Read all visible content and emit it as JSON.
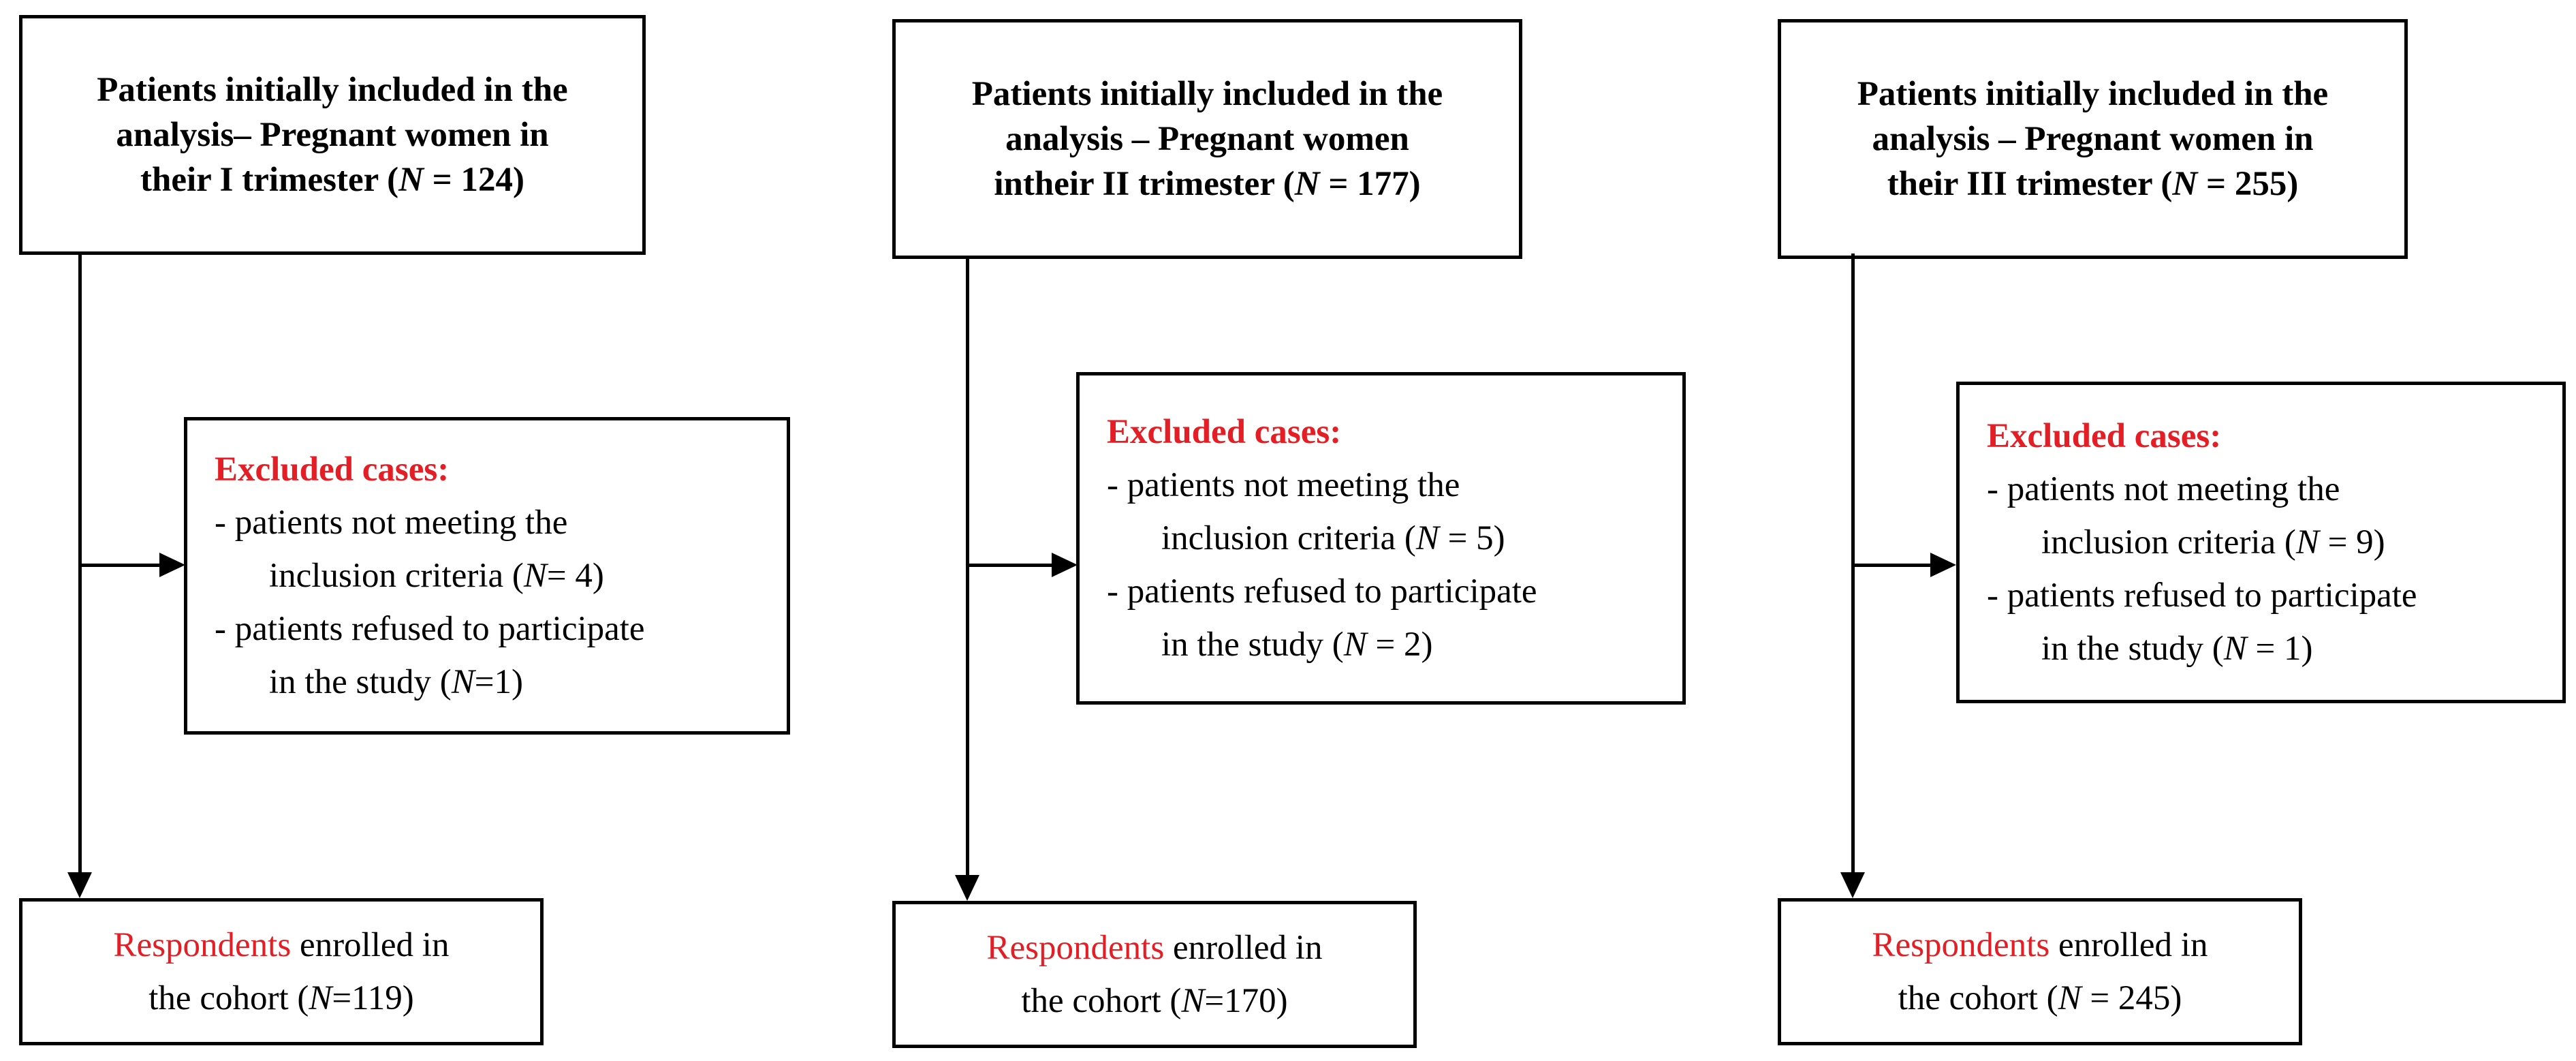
{
  "columns": [
    {
      "top": {
        "line1": "Patients initially included in the",
        "line2": "analysis– Pregnant women in",
        "line3_pre": "their I trimester (",
        "n_symbol": "N",
        "line3_post": " = 124)"
      },
      "excluded": {
        "header": "Excluded cases:",
        "item1_line1": "- patients not meeting the",
        "item1_line2_pre": "inclusion criteria (",
        "item1_n": "N",
        "item1_line2_post": "= 4)",
        "item2_line1": "- patients refused to participate",
        "item2_line2_pre": "in the study (",
        "item2_n": "N",
        "item2_line2_post": "=1)"
      },
      "result": {
        "red_word": "Respondents",
        "rest_line1": " enrolled in",
        "line2_pre": "the cohort (",
        "n_symbol": "N",
        "line2_post": "=119)"
      }
    },
    {
      "top": {
        "line1": "Patients initially included in the",
        "line2": "analysis – Pregnant women",
        "line3_pre": "intheir II trimester (",
        "n_symbol": "N",
        "line3_post": " = 177)"
      },
      "excluded": {
        "header": "Excluded cases:",
        "item1_line1": "- patients not meeting the",
        "item1_line2_pre": "inclusion criteria (",
        "item1_n": "N",
        "item1_line2_post": " = 5)",
        "item2_line1": "- patients refused to participate",
        "item2_line2_pre": "in the study (",
        "item2_n": "N",
        "item2_line2_post": " = 2)"
      },
      "result": {
        "red_word": "Respondents",
        "rest_line1": " enrolled in",
        "line2_pre": "the cohort (",
        "n_symbol": "N",
        "line2_post": "=170)"
      }
    },
    {
      "top": {
        "line1": "Patients initially included in the",
        "line2": "analysis – Pregnant women in",
        "line3_pre": "their III trimester (",
        "n_symbol": "N",
        "line3_post": " = 255)"
      },
      "excluded": {
        "header": "Excluded cases:",
        "item1_line1": "- patients not meeting the",
        "item1_line2_pre": "inclusion criteria (",
        "item1_n": "N",
        "item1_line2_post": " = 9)",
        "item2_line1": "- patients refused to participate",
        "item2_line2_pre": "in the study (",
        "item2_n": "N",
        "item2_line2_post": " = 1)"
      },
      "result": {
        "red_word": "Respondents",
        "rest_line1": " enrolled in",
        "line2_pre": "the cohort (",
        "n_symbol": "N",
        "line2_post": " = 245)"
      }
    }
  ],
  "colors": {
    "accent_red": "#e31e24",
    "line": "#000000"
  }
}
